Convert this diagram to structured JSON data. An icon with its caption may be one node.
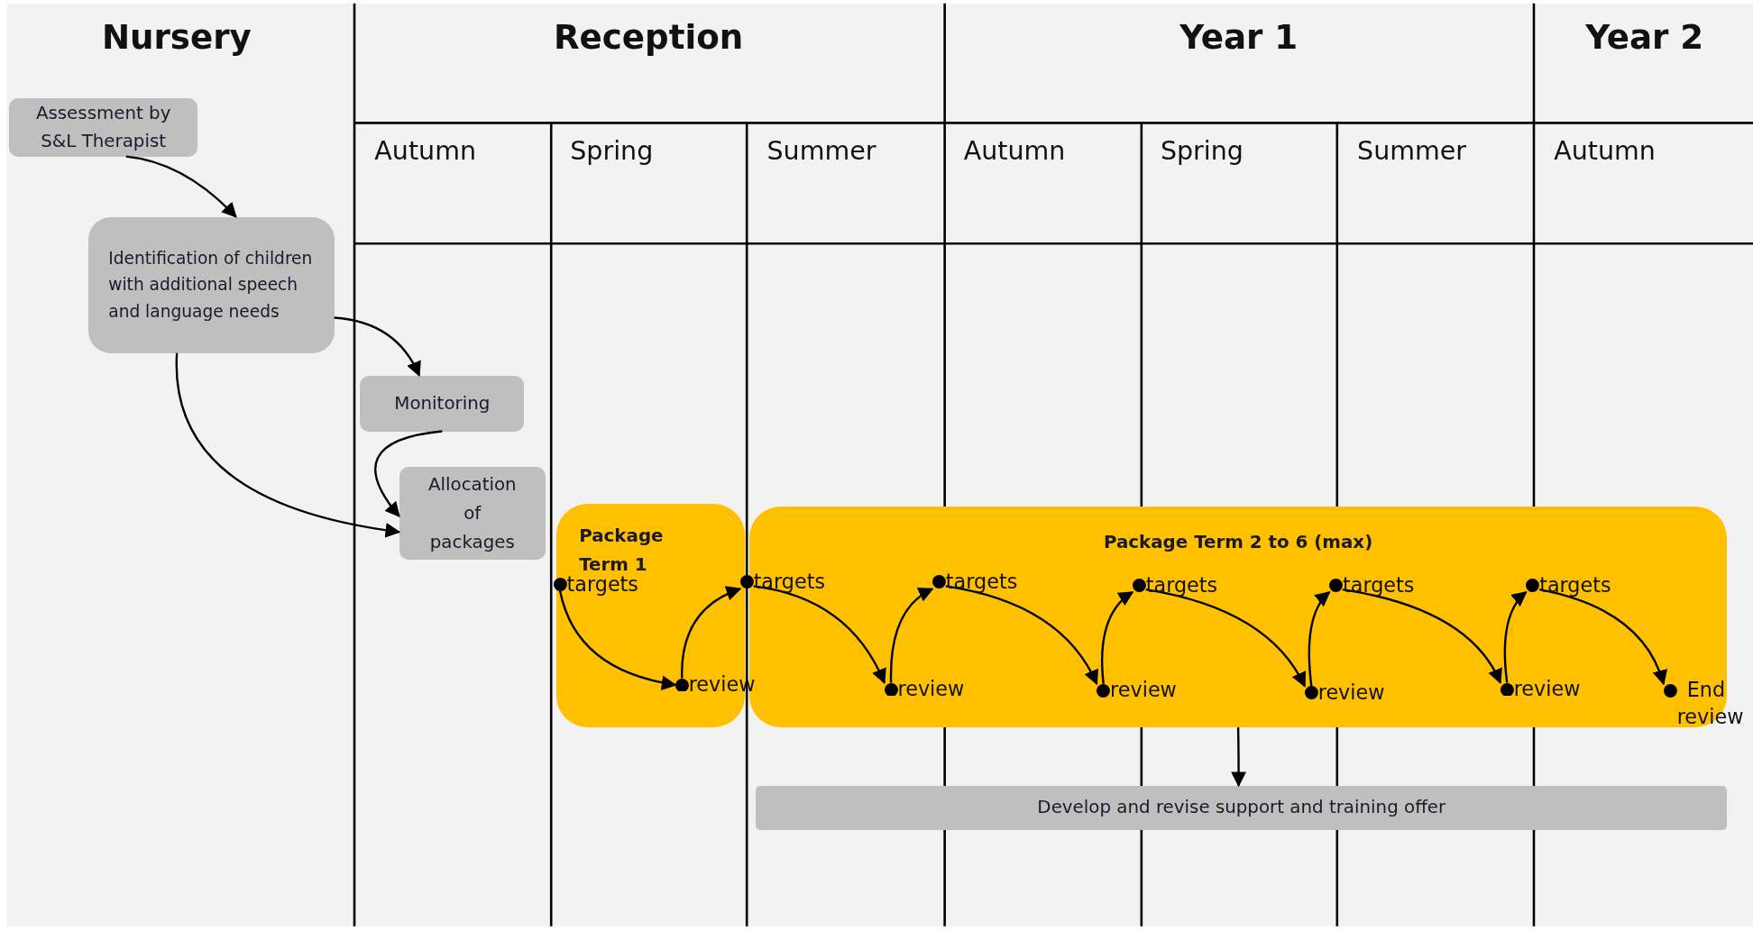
{
  "diagram": {
    "nodes": [
      {
        "text": [
          "Assessment by S&L Therapist"
        ]
      },
      {
        "text": [
          "Identification of children with additional speech and language needs"
        ]
      },
      {
        "text": [
          "Monitoring"
        ]
      },
      {
        "text": [
          "Allocation of packages"
        ]
      },
      {
        "text": [
          "Package Term 1"
        ]
      },
      {
        "text": [
          "Package Term 2 to 6 (max)"
        ]
      },
      {
        "text": [
          "Develop and revise support and training offer"
        ]
      },
      {
        "text": [
          "targets"
        ],
        "in": 4
      },
      {
        "text": [
          "review"
        ],
        "in": 4
      },
      {
        "text": [
          "targets"
        ],
        "in": 5
      },
      {
        "text": [
          "review"
        ],
        "in": 5
      },
      {
        "text": [
          "targets"
        ],
        "in": 5
      },
      {
        "text": [
          "review"
        ],
        "in": 5
      },
      {
        "text": [
          "targets"
        ],
        "in": 5
      },
      {
        "text": [
          "review"
        ],
        "in": 5
      },
      {
        "text": [
          "targets"
        ],
        "in": 5
      },
      {
        "text": [
          "review"
        ],
        "in": 5
      },
      {
        "text": [
          "targets"
        ],
        "in": 5
      },
      {
        "text": [
          "End review"
        ],
        "in": 5
      }
    ],
    "edges": [
      {
        "from": 0,
        "to": 1,
        "arrow": "to"
      },
      {
        "from": 1,
        "to": 2,
        "arrow": "to"
      },
      {
        "from": 1,
        "to": 3,
        "arrow": "to"
      },
      {
        "from": 2,
        "to": 3,
        "arrow": "to"
      },
      {
        "from": 7,
        "to": 8,
        "arrow": "to"
      },
      {
        "from": 8,
        "to": 9,
        "arrow": "to"
      },
      {
        "from": 9,
        "to": 10,
        "arrow": "to"
      },
      {
        "from": 10,
        "to": 11,
        "arrow": "to"
      },
      {
        "from": 11,
        "to": 12,
        "arrow": "to"
      },
      {
        "from": 12,
        "to": 13,
        "arrow": "to"
      },
      {
        "from": 13,
        "to": 14,
        "arrow": "to"
      },
      {
        "from": 14,
        "to": 15,
        "arrow": "to"
      },
      {
        "from": 15,
        "to": 16,
        "arrow": "to"
      },
      {
        "from": 16,
        "to": 17,
        "arrow": "to"
      },
      {
        "from": 17,
        "to": 18,
        "arrow": "to"
      },
      {
        "from": 5,
        "to": 6,
        "arrow": "to"
      }
    ],
    "labels": [
      "Nursery",
      "Reception",
      "Year 1",
      "Year 2",
      "Autumn",
      "Spring",
      "Summer",
      "Autumn",
      "Spring",
      "Summer",
      "Autumn"
    ]
  }
}
